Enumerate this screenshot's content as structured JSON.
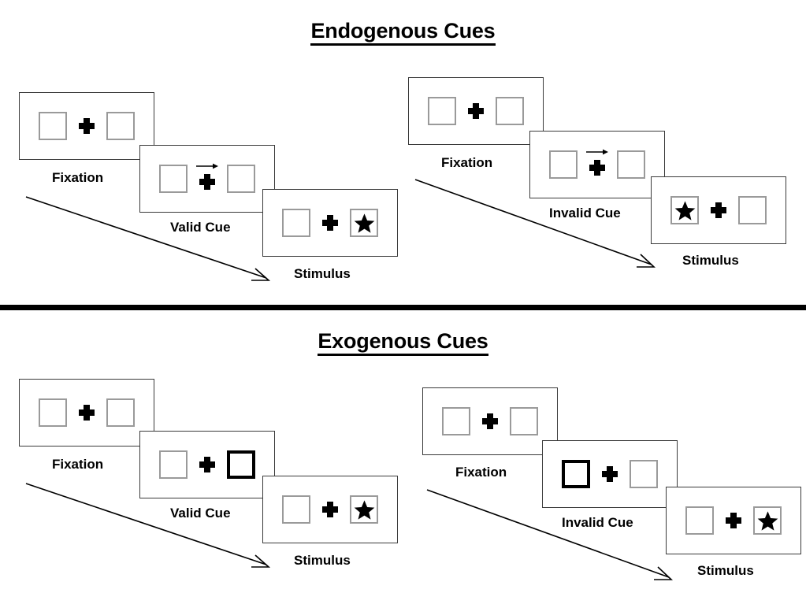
{
  "sections": [
    {
      "id": "endogenous",
      "title": "Endogenous Cues",
      "columns": [
        {
          "id": "endogenous-valid",
          "frames": [
            {
              "caption": "Fixation",
              "cue": "none",
              "arrow": false,
              "star": "none"
            },
            {
              "caption": "Valid Cue",
              "cue": "none",
              "arrow": true,
              "star": "none"
            },
            {
              "caption": "Stimulus",
              "cue": "none",
              "arrow": false,
              "star": "right"
            }
          ]
        },
        {
          "id": "endogenous-invalid",
          "frames": [
            {
              "caption": "Fixation",
              "cue": "none",
              "arrow": false,
              "star": "none"
            },
            {
              "caption": "Invalid Cue",
              "cue": "none",
              "arrow": true,
              "star": "none"
            },
            {
              "caption": "Stimulus",
              "cue": "none",
              "arrow": false,
              "star": "left"
            }
          ]
        }
      ]
    },
    {
      "id": "exogenous",
      "title": "Exogenous Cues",
      "columns": [
        {
          "id": "exogenous-valid",
          "frames": [
            {
              "caption": "Fixation",
              "cue": "none",
              "arrow": false,
              "star": "none"
            },
            {
              "caption": "Valid Cue",
              "cue": "right",
              "arrow": false,
              "star": "none"
            },
            {
              "caption": "Stimulus",
              "cue": "none",
              "arrow": false,
              "star": "right"
            }
          ]
        },
        {
          "id": "exogenous-invalid",
          "frames": [
            {
              "caption": "Fixation",
              "cue": "none",
              "arrow": false,
              "star": "none"
            },
            {
              "caption": "Invalid Cue",
              "cue": "left",
              "arrow": false,
              "star": "none"
            },
            {
              "caption": "Stimulus",
              "cue": "none",
              "arrow": false,
              "star": "right"
            }
          ]
        }
      ]
    }
  ],
  "icons": {
    "star": "star-icon",
    "plus": "fixation-cross-icon",
    "arrow_cue": "arrow-right-cue-icon",
    "time_arrow": "time-progression-arrow-icon"
  },
  "colors": {
    "frame_border": "#3a3a3a",
    "box_border": "#9a9a9a",
    "cued_box_border": "#000000",
    "ink": "#000000",
    "background": "#ffffff"
  }
}
